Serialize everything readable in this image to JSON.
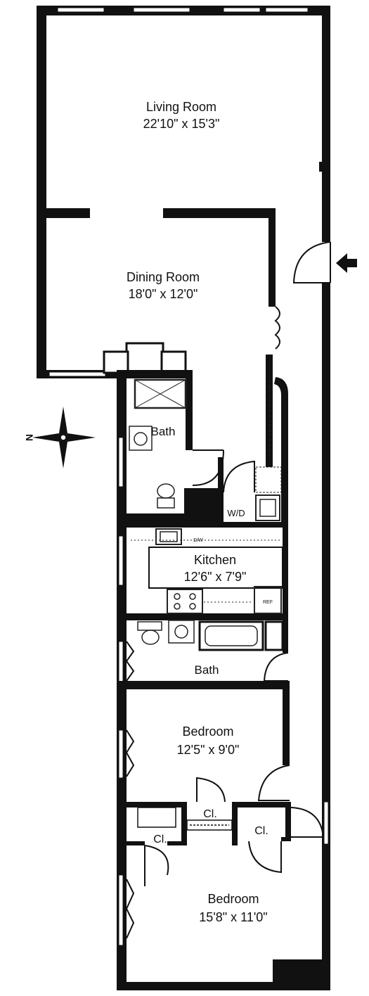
{
  "colors": {
    "wall": "#111111",
    "fixture": "#222222",
    "background": "#ffffff"
  },
  "rooms": {
    "living_room": {
      "name": "Living Room",
      "dimensions": "22'10\" x 15'3\""
    },
    "dining_room": {
      "name": "Dining Room",
      "dimensions": "18'0\" x 12'0\""
    },
    "bath_upper": {
      "name": "Bath"
    },
    "kitchen": {
      "name": "Kitchen",
      "dimensions": "12'6\" x 7'9\""
    },
    "bath_lower": {
      "name": "Bath"
    },
    "bedroom_upper": {
      "name": "Bedroom",
      "dimensions": "12'5\" x 9'0\""
    },
    "bedroom_lower": {
      "name": "Bedroom",
      "dimensions": "15'8\" x 11'0\""
    }
  },
  "closets": {
    "left": "Cl.",
    "middle": "Cl.",
    "right": "Cl."
  },
  "fixtures": {
    "washer_dryer": "W/D",
    "dishwasher": "D/W",
    "refrigerator": "REF"
  },
  "compass": {
    "north_label": "N",
    "icon": "compass-rose-icon"
  },
  "entrance": {
    "icon": "entrance-arrow-icon"
  }
}
